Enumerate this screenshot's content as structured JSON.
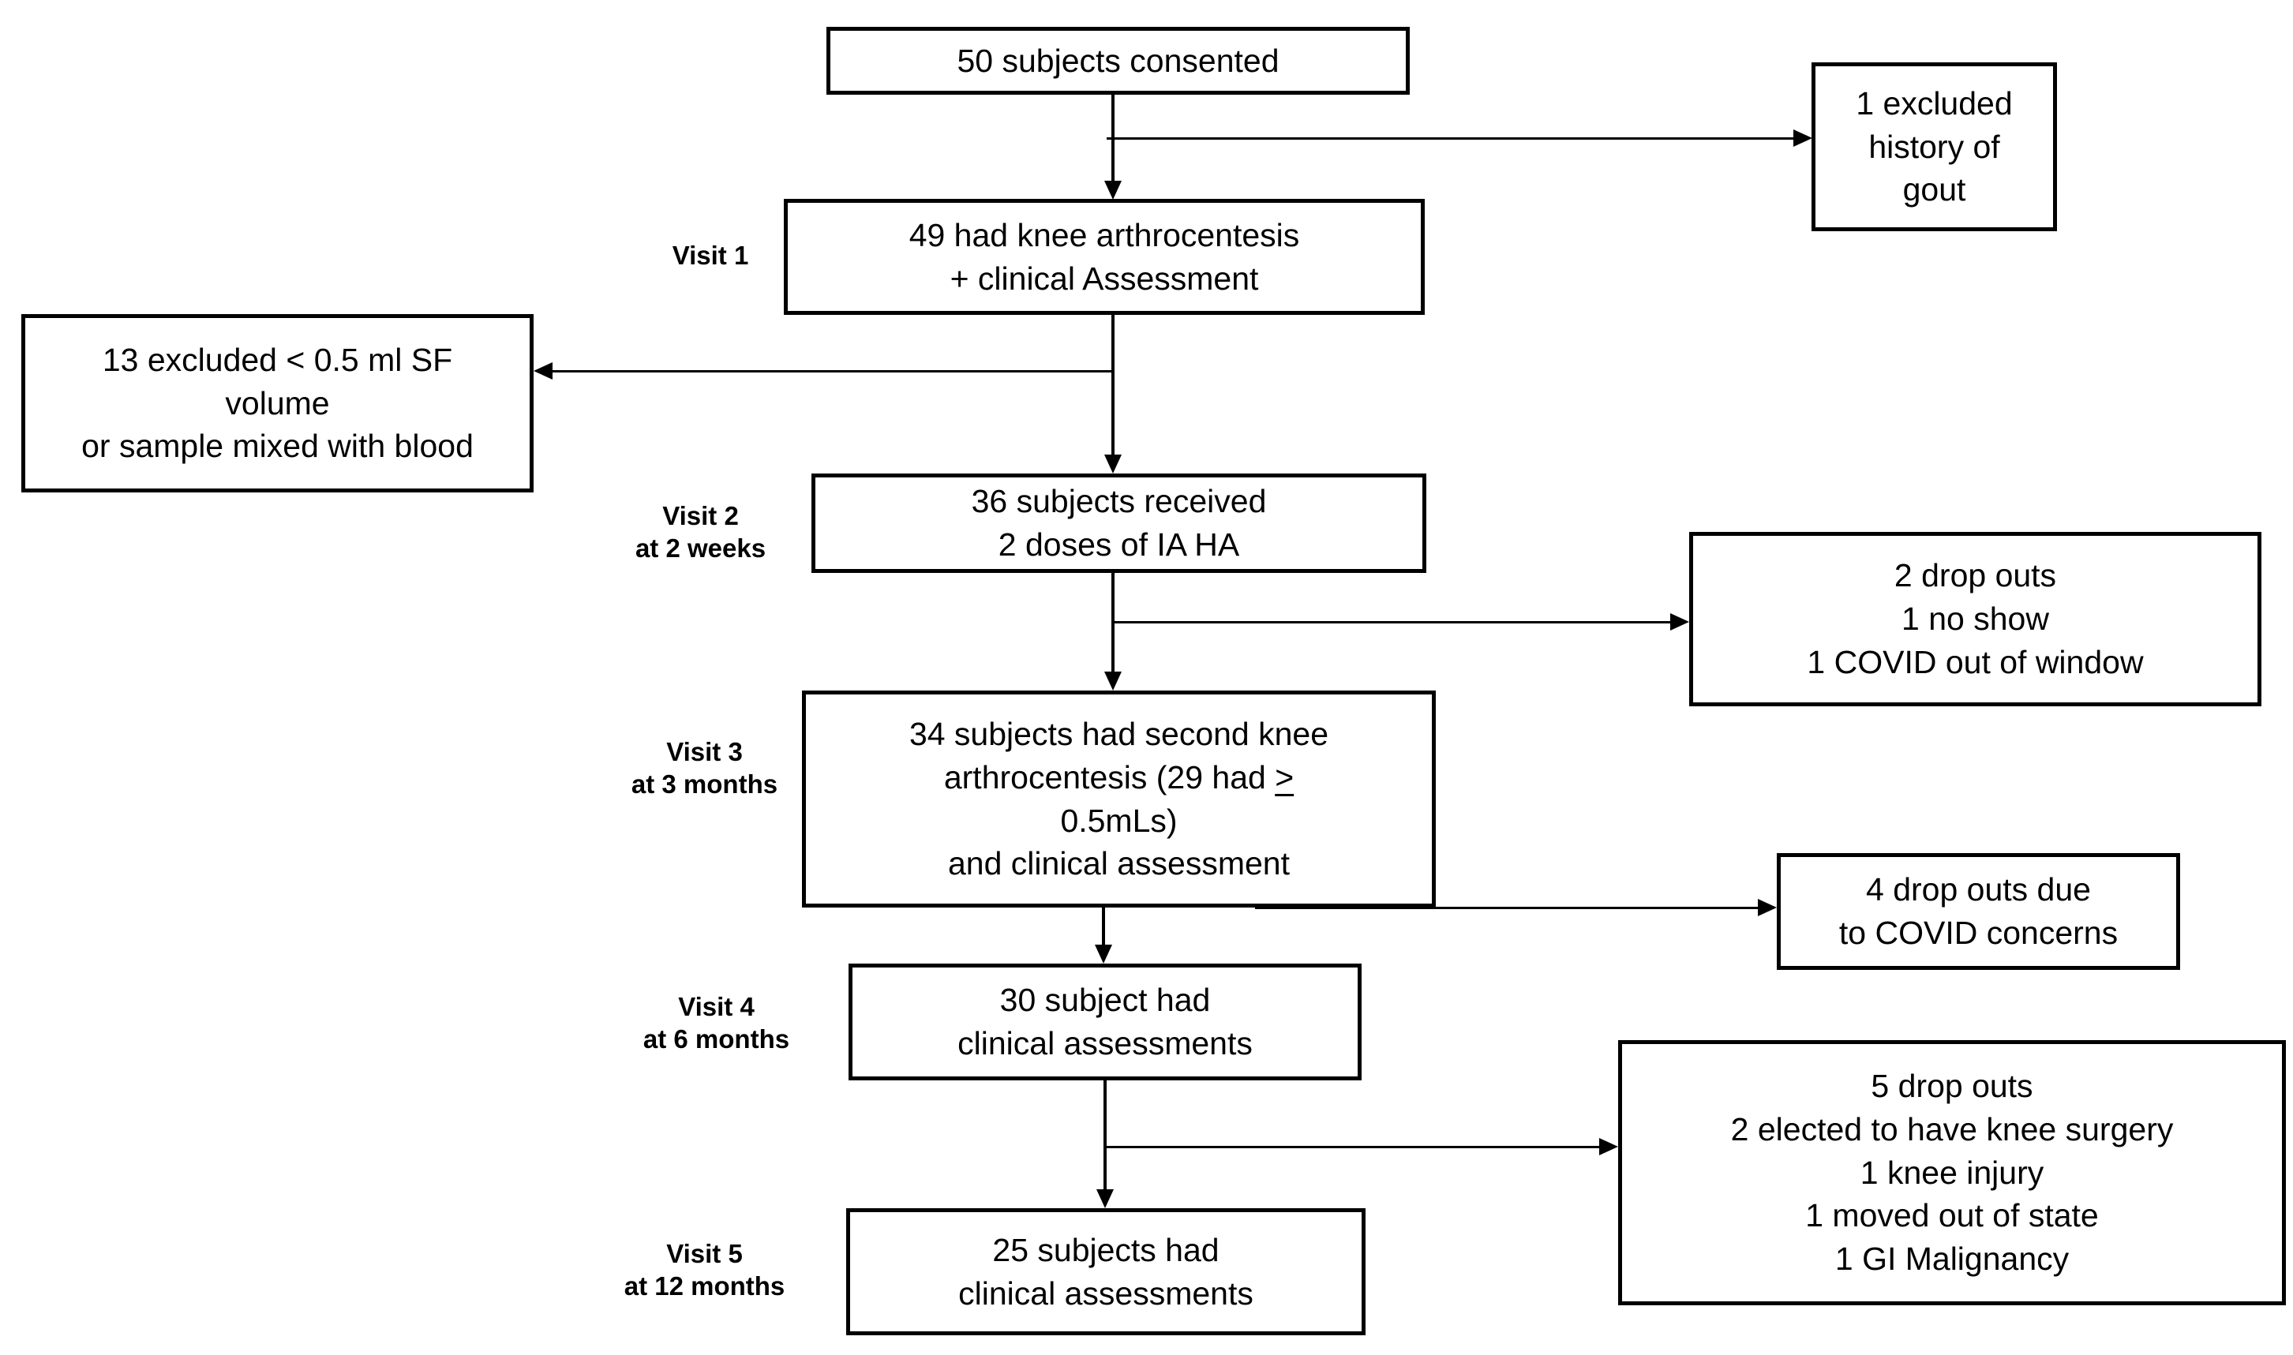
{
  "flow": {
    "boxes": {
      "consented": {
        "lines": [
          "50 subjects consented"
        ]
      },
      "excluded_gout": {
        "lines": [
          "1 excluded",
          "history of",
          "gout"
        ]
      },
      "visit1_box": {
        "lines": [
          "49 had knee arthrocentesis",
          "+ clinical Assessment"
        ]
      },
      "excluded_sf": {
        "lines": [
          "13 excluded < 0.5 ml SF",
          "volume",
          "or sample mixed with blood"
        ]
      },
      "visit2_box": {
        "lines": [
          "36 subjects received",
          "2 doses of IA HA"
        ]
      },
      "dropouts_visit3": {
        "lines": [
          "2 drop outs",
          "1 no show",
          "1 COVID out of window"
        ]
      },
      "visit3_box": {
        "line1": "34 subjects had second knee",
        "line2_prefix": "arthrocentesis (29 had ",
        "line2_symbol": ">",
        "line3": "0.5mLs)",
        "line4": "and clinical assessment"
      },
      "dropouts_visit4": {
        "lines": [
          "4 drop outs due",
          "to COVID concerns"
        ]
      },
      "visit4_box": {
        "lines": [
          "30 subject had",
          "clinical assessments"
        ]
      },
      "dropouts_visit5": {
        "lines": [
          "5 drop outs",
          "2 elected to have knee surgery",
          "1 knee injury",
          "1 moved out of state",
          "1 GI Malignancy"
        ]
      },
      "visit5_box": {
        "lines": [
          "25 subjects had",
          "clinical assessments"
        ]
      }
    },
    "labels": {
      "visit1": {
        "lines": [
          "Visit 1"
        ]
      },
      "visit2": {
        "lines": [
          "Visit 2",
          "at 2 weeks"
        ]
      },
      "visit3": {
        "lines": [
          "Visit 3",
          "at 3 months"
        ]
      },
      "visit4": {
        "lines": [
          "Visit 4",
          "at 6 months"
        ]
      },
      "visit5": {
        "lines": [
          "Visit 5",
          "at 12 months"
        ]
      }
    },
    "colors": {
      "background": "#ffffff",
      "box_border": "#000000",
      "line": "#000000",
      "text": "#000000"
    }
  }
}
